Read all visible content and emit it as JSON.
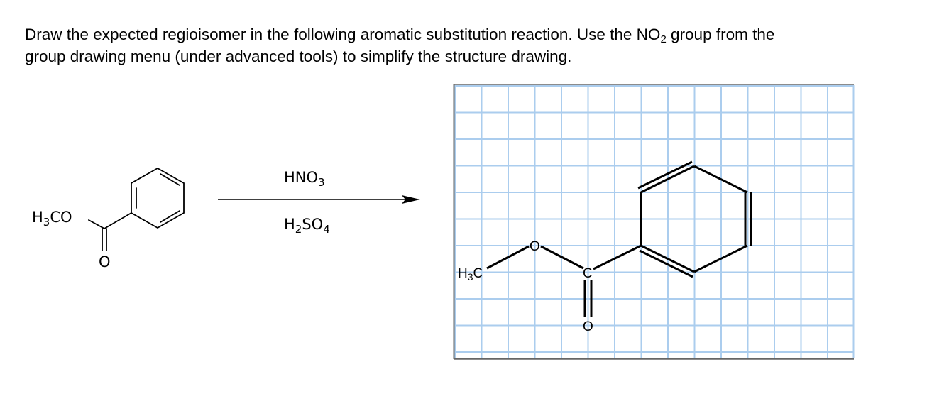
{
  "question": {
    "line1_pre": "Draw the expected regioisomer in the following aromatic substitution reaction. Use the NO",
    "line1_sub": "2",
    "line1_post": " group from the",
    "line2": "group drawing menu (under advanced tools) to simplify the structure drawing."
  },
  "reactant": {
    "methoxy_label_main": "H",
    "methoxy_label_sub": "3",
    "methoxy_label_rest": "CO",
    "carbonyl_oxygen_label": "O"
  },
  "reagents": {
    "above_main": "HNO",
    "above_sub": "3",
    "below_h": "H",
    "below_sub1": "2",
    "below_mid": "SO",
    "below_sub2": "4"
  },
  "drawing_canvas": {
    "grid_color": "#abcdee",
    "border_color": "#666666",
    "methyl_label_main": "H",
    "methyl_label_sub": "3",
    "methyl_label_c": "C",
    "ester_oxygen_label": "O",
    "carbonyl_carbon_label": "C",
    "carbonyl_oxygen_label": "O"
  }
}
